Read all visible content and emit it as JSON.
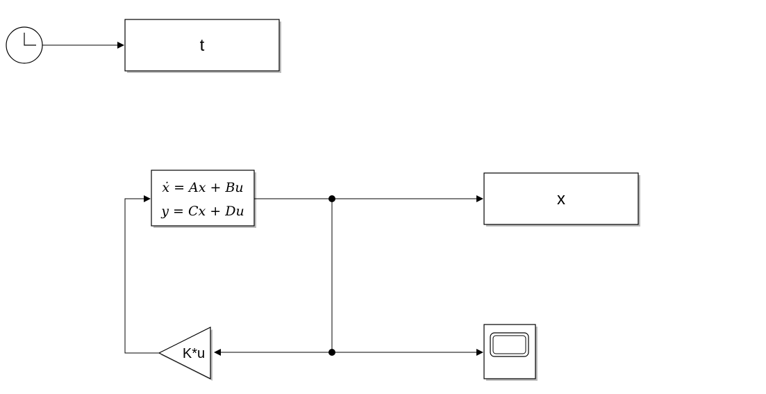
{
  "diagram": {
    "clock": {
      "icon": "clock-icon"
    },
    "time_display": {
      "label": "t"
    },
    "state_space": {
      "equation_1": "ẋ = Ax + Bu",
      "equation_2": "y = Cx + Du"
    },
    "state_display": {
      "label": "x"
    },
    "gain": {
      "label": "K*u"
    },
    "scope": {
      "icon": "scope-screen-icon"
    },
    "colors": {
      "line": "#000000",
      "block_fill": "#ffffff",
      "shadow": "#bdbdbd"
    }
  }
}
